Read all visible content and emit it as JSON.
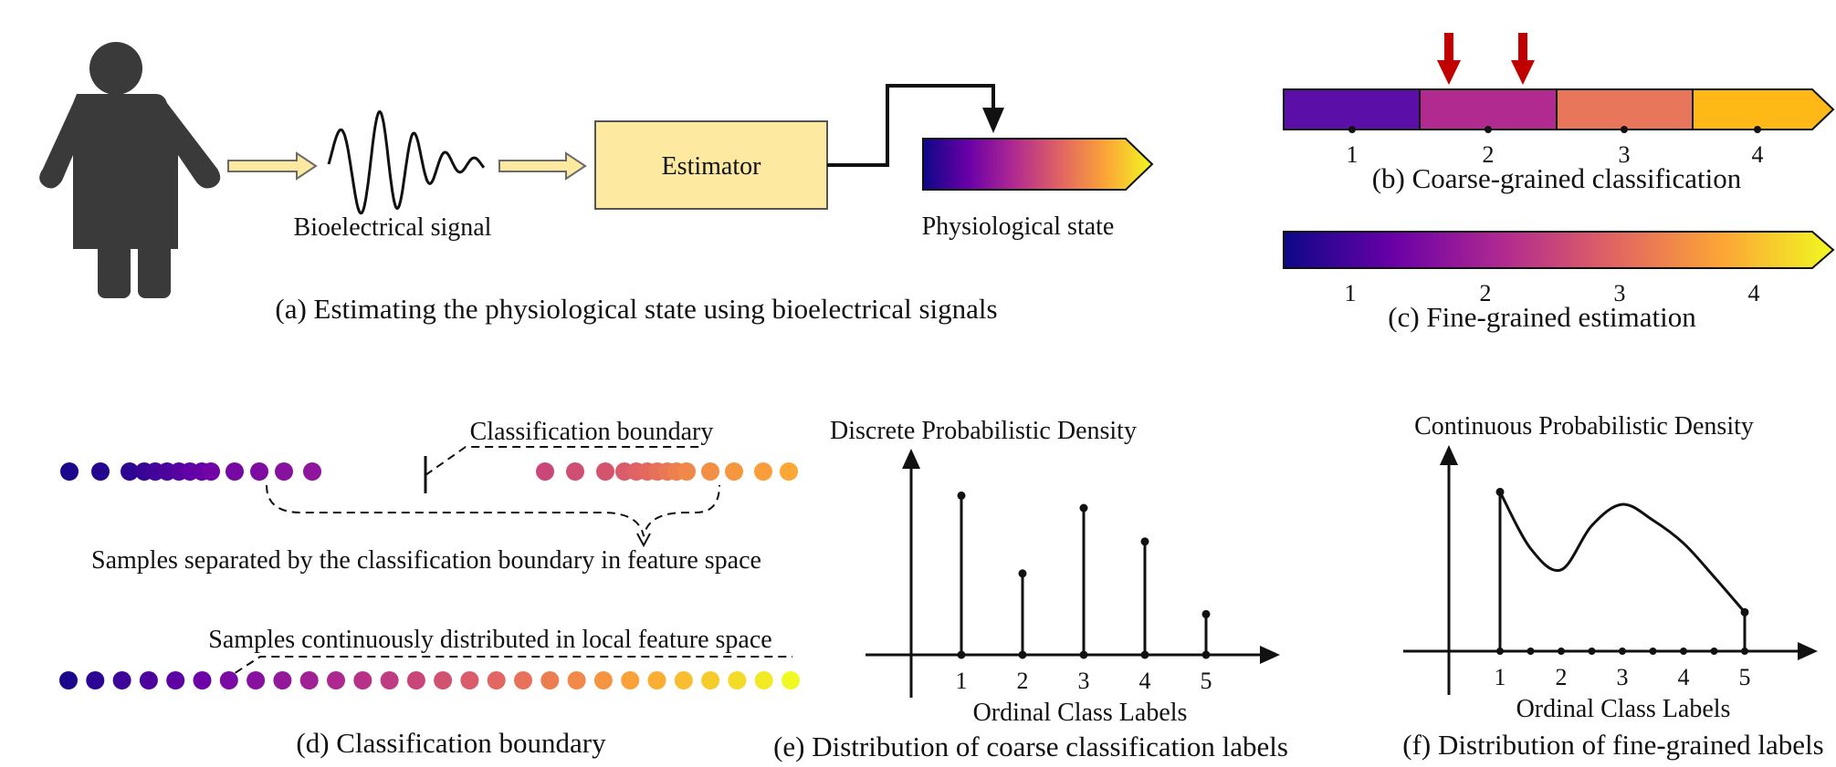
{
  "colors": {
    "plasma": [
      "#0d0887",
      "#6a00a8",
      "#b12a90",
      "#e16462",
      "#fca636",
      "#f0f921"
    ],
    "block_fill": "#fde9a0",
    "block_stroke": "#6b6b6b",
    "arrow_outline": "#6b6b6b",
    "marker_red": "#c00000",
    "ink": "#111111",
    "person": "#3a3a3a"
  },
  "panel_a": {
    "signal_label": "Bioelectrical signal",
    "estimator_label": "Estimator",
    "state_label": "Physiological state",
    "caption": "(a) Estimating the physiological state using bioelectrical signals",
    "icons": [
      "person-icon",
      "waveform-icon"
    ]
  },
  "panel_b": {
    "caption": "(b) Coarse-grained classification",
    "ticks": [
      "1",
      "2",
      "3",
      "4"
    ],
    "segment_colors": [
      "#5c0ea8",
      "#b12a90",
      "#e8765a",
      "#ffb916"
    ],
    "marker_count": 2
  },
  "panel_c": {
    "caption": "(c) Fine-grained estimation",
    "ticks": [
      "1",
      "2",
      "3",
      "4"
    ]
  },
  "panel_d": {
    "boundary_label": "Classification boundary",
    "separated_label": "Samples separated by the classification boundary in feature space",
    "continuous_label": "Samples continuously distributed in local feature space",
    "caption": "(d) Classification boundary"
  },
  "panel_e": {
    "y_title": "Discrete Probabilistic Density",
    "x_title": "Ordinal Class Labels",
    "caption": "(e) Distribution of coarse classification labels",
    "categories": [
      "1",
      "2",
      "3",
      "4",
      "5"
    ]
  },
  "panel_f": {
    "y_title": "Continuous Probabilistic Density",
    "x_title": "Ordinal Class Labels",
    "caption": "(f) Distribution of fine-grained labels",
    "categories": [
      "1",
      "2",
      "3",
      "4",
      "5"
    ]
  },
  "chart_data": [
    {
      "type": "bar",
      "title": "Discrete Probabilistic Density",
      "xlabel": "Ordinal Class Labels",
      "categories": [
        "1",
        "2",
        "3",
        "4",
        "5"
      ],
      "values": [
        0.9,
        0.46,
        0.83,
        0.64,
        0.23
      ],
      "ylim": [
        0,
        1
      ]
    },
    {
      "type": "line",
      "title": "Continuous Probabilistic Density",
      "xlabel": "Ordinal Class Labels",
      "x": [
        1,
        1.5,
        2,
        2.5,
        3,
        3.5,
        4,
        4.5,
        5
      ],
      "y": [
        0.9,
        0.58,
        0.46,
        0.71,
        0.83,
        0.74,
        0.61,
        0.42,
        0.22
      ],
      "xlim": [
        1,
        5
      ],
      "ylim": [
        0,
        1
      ]
    }
  ]
}
